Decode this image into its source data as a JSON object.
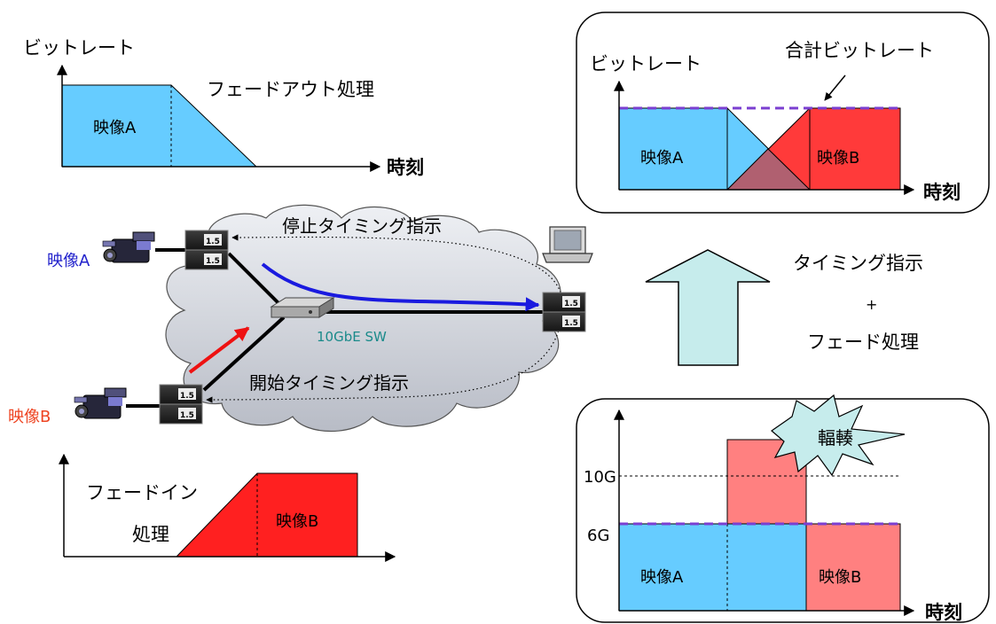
{
  "colors": {
    "video_a": "#66ccff",
    "video_b": "#ff3333",
    "video_b_light": "#ff8080",
    "overlap": "#b06070",
    "total_line": "#7b3fd1",
    "label_a_color": "#2222cc",
    "label_b_color": "#ee4422",
    "arrow_up_fill": "#c6ecec",
    "switch_label_color": "#1a8a8a"
  },
  "fadeout": {
    "ylabel": "ビットレート",
    "title": "フェードアウト処理",
    "region_label": "映像A",
    "xlabel": "時刻"
  },
  "fadein": {
    "title_line1": "フェードイン",
    "title_line2": "処理",
    "region_label": "映像B"
  },
  "network": {
    "source_a": "映像A",
    "source_b": "映像B",
    "switch_label": "10GbE SW",
    "stop_instruction": "停止タイミング指示",
    "start_instruction": "開始タイミング指示",
    "device_text": "1.5"
  },
  "center_arrow": {
    "line1": "タイミング指示",
    "line2": "+",
    "line3": "フェード処理"
  },
  "top_right": {
    "ylabel": "ビットレート",
    "total_label": "合計ビットレート",
    "label_a": "映像A",
    "label_b": "映像B",
    "xlabel": "時刻"
  },
  "bottom_right": {
    "congestion_label": "輻輳",
    "tick_10g": "10G",
    "tick_6g": "6G",
    "label_a": "映像A",
    "label_b": "映像B",
    "xlabel": "時刻"
  }
}
